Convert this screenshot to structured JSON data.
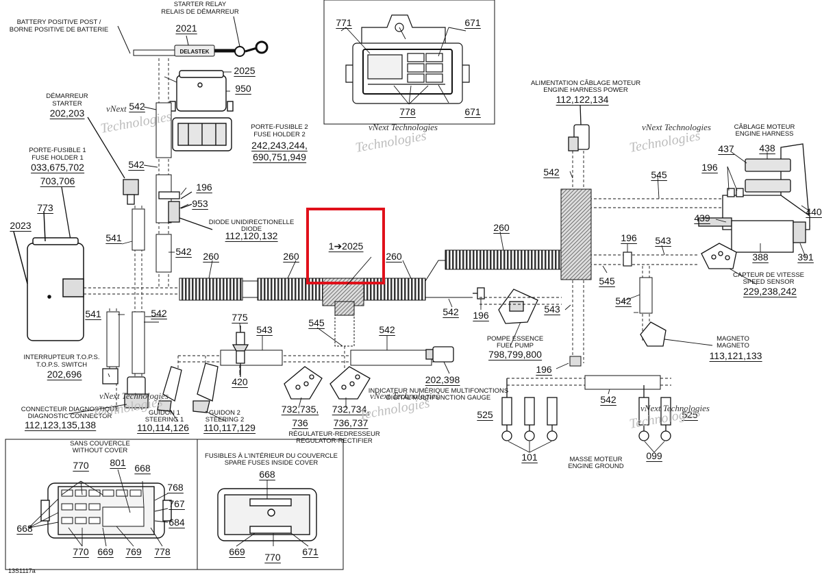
{
  "figure_id": "13S1117a",
  "watermark": {
    "line1": "vNext",
    "line2": "Technologies",
    "combined": "vNext Technologies"
  },
  "labels": {
    "battery_post": [
      "BATTERY POSITIVE POST /",
      "BORNE POSITIVE DE BATTERIE"
    ],
    "starter_relay": [
      "STARTER RELAY",
      "RELAIS DE DÉMARREUR"
    ],
    "demarreur": [
      "DÉMARREUR",
      "STARTER"
    ],
    "porte_fusible2": [
      "PORTE-FUSIBLE 2",
      "FUSE HOLDER 2"
    ],
    "porte_fusible1": [
      "PORTE-FUSIBLE 1",
      "FUSE HOLDER 1"
    ],
    "diode": [
      "DIODE UNIDIRECTIONELLE",
      "DIODE"
    ],
    "alimentation": [
      "ALIMENTATION CÂBLAGE MOTEUR",
      "ENGINE HARNESS POWER"
    ],
    "cablage_moteur": [
      "CÂBLAGE MOTEUR",
      "ENGINE HARNESS"
    ],
    "capteur_vitesse": [
      "CAPTEUR DE VITESSE",
      "SPEED SENSOR"
    ],
    "pompe": [
      "POMPE ESSENCE",
      "FUEL PUMP"
    ],
    "magneto": [
      "MAGNETO",
      "MAGNETO"
    ],
    "tops": [
      "INTERRUPTEUR T.O.P.S.",
      "T.O.P.S. SWITCH"
    ],
    "diag": [
      "CONNECTEUR DIAGNOSTIQUE",
      "DIAGNOSTIC CONNECTOR"
    ],
    "guidon1": [
      "GUIDON 1",
      "STEERING 1"
    ],
    "guidon2": [
      "GUIDON 2",
      "STEERING 2"
    ],
    "indicateur": [
      "INDICATEUR NUMÉRIQUE MULTIFONCTIONS",
      "DIGITAL MULTIFUNCTION GAUGE"
    ],
    "regulateur": [
      "RÉGULATEUR-REDRESSEUR",
      "REGULATOR-RECTIFIER"
    ],
    "masse": [
      "MASSE MOTEUR",
      "ENGINE GROUND"
    ],
    "sans_couvercle": [
      "SANS COUVERCLE",
      "WITHOUT COVER"
    ],
    "fusibles_couvercle": [
      "FUSIBLES À L'INTÉRIEUR DU COUVERCLE",
      "SPARE FUSES INSIDE COVER"
    ],
    "delastek": "DELASTEK"
  },
  "refs": {
    "r2021": "2021",
    "r2025a": "2025",
    "r950": "950",
    "r542a": "542",
    "r202_203": "202,203",
    "r242": "242,243,244,",
    "r690": "690,751,949",
    "r033": "033,675,702",
    "r703": "703,706",
    "r542b": "542",
    "r196a": "196",
    "r953": "953",
    "r112a": "112,120,132",
    "r773": "773",
    "r2023": "2023",
    "r541a": "541",
    "r542c": "542",
    "r260a": "260",
    "r260b": "260",
    "r1to2025": "1➔2025",
    "r260c": "260",
    "r541b": "541",
    "r542d": "542",
    "r775": "775",
    "r543a": "543",
    "r545a": "545",
    "r542e": "542",
    "r420": "420",
    "r202_398": "202,398",
    "r732a": "732,735,",
    "r736a": "736",
    "r732b": "732,734,",
    "r736b": "736,737",
    "r202_696": "202,696",
    "r112_123": "112,123,135,138",
    "r110_114": "110,114,126",
    "r110_117": "110,117,129",
    "r771": "771",
    "r671a": "671",
    "r778a": "778",
    "r671b": "671",
    "r112_134": "112,122,134",
    "r542f": "542",
    "r545b": "545",
    "r437": "437",
    "r438": "438",
    "r196b": "196",
    "r440": "440",
    "r439": "439",
    "r388": "388",
    "r391": "391",
    "r260d": "260",
    "r196c": "196",
    "r543b": "543",
    "r545c": "545",
    "r229": "229,238,242",
    "r542g": "542",
    "r542h": "542",
    "r196d": "196",
    "r543c": "543",
    "r798": "798,799,800",
    "r113": "113,121,133",
    "r196e": "196",
    "r542i": "542",
    "r525a": "525",
    "r525b": "525",
    "r101": "101",
    "r099": "099",
    "r770a": "770",
    "r801": "801",
    "r668a": "668",
    "r768": "768",
    "r767": "767",
    "r684": "684",
    "r668b": "668",
    "r770b": "770",
    "r669a": "669",
    "r769": "769",
    "r778b": "778",
    "r668c": "668",
    "r669b": "669",
    "r770c": "770",
    "r671c": "671"
  }
}
